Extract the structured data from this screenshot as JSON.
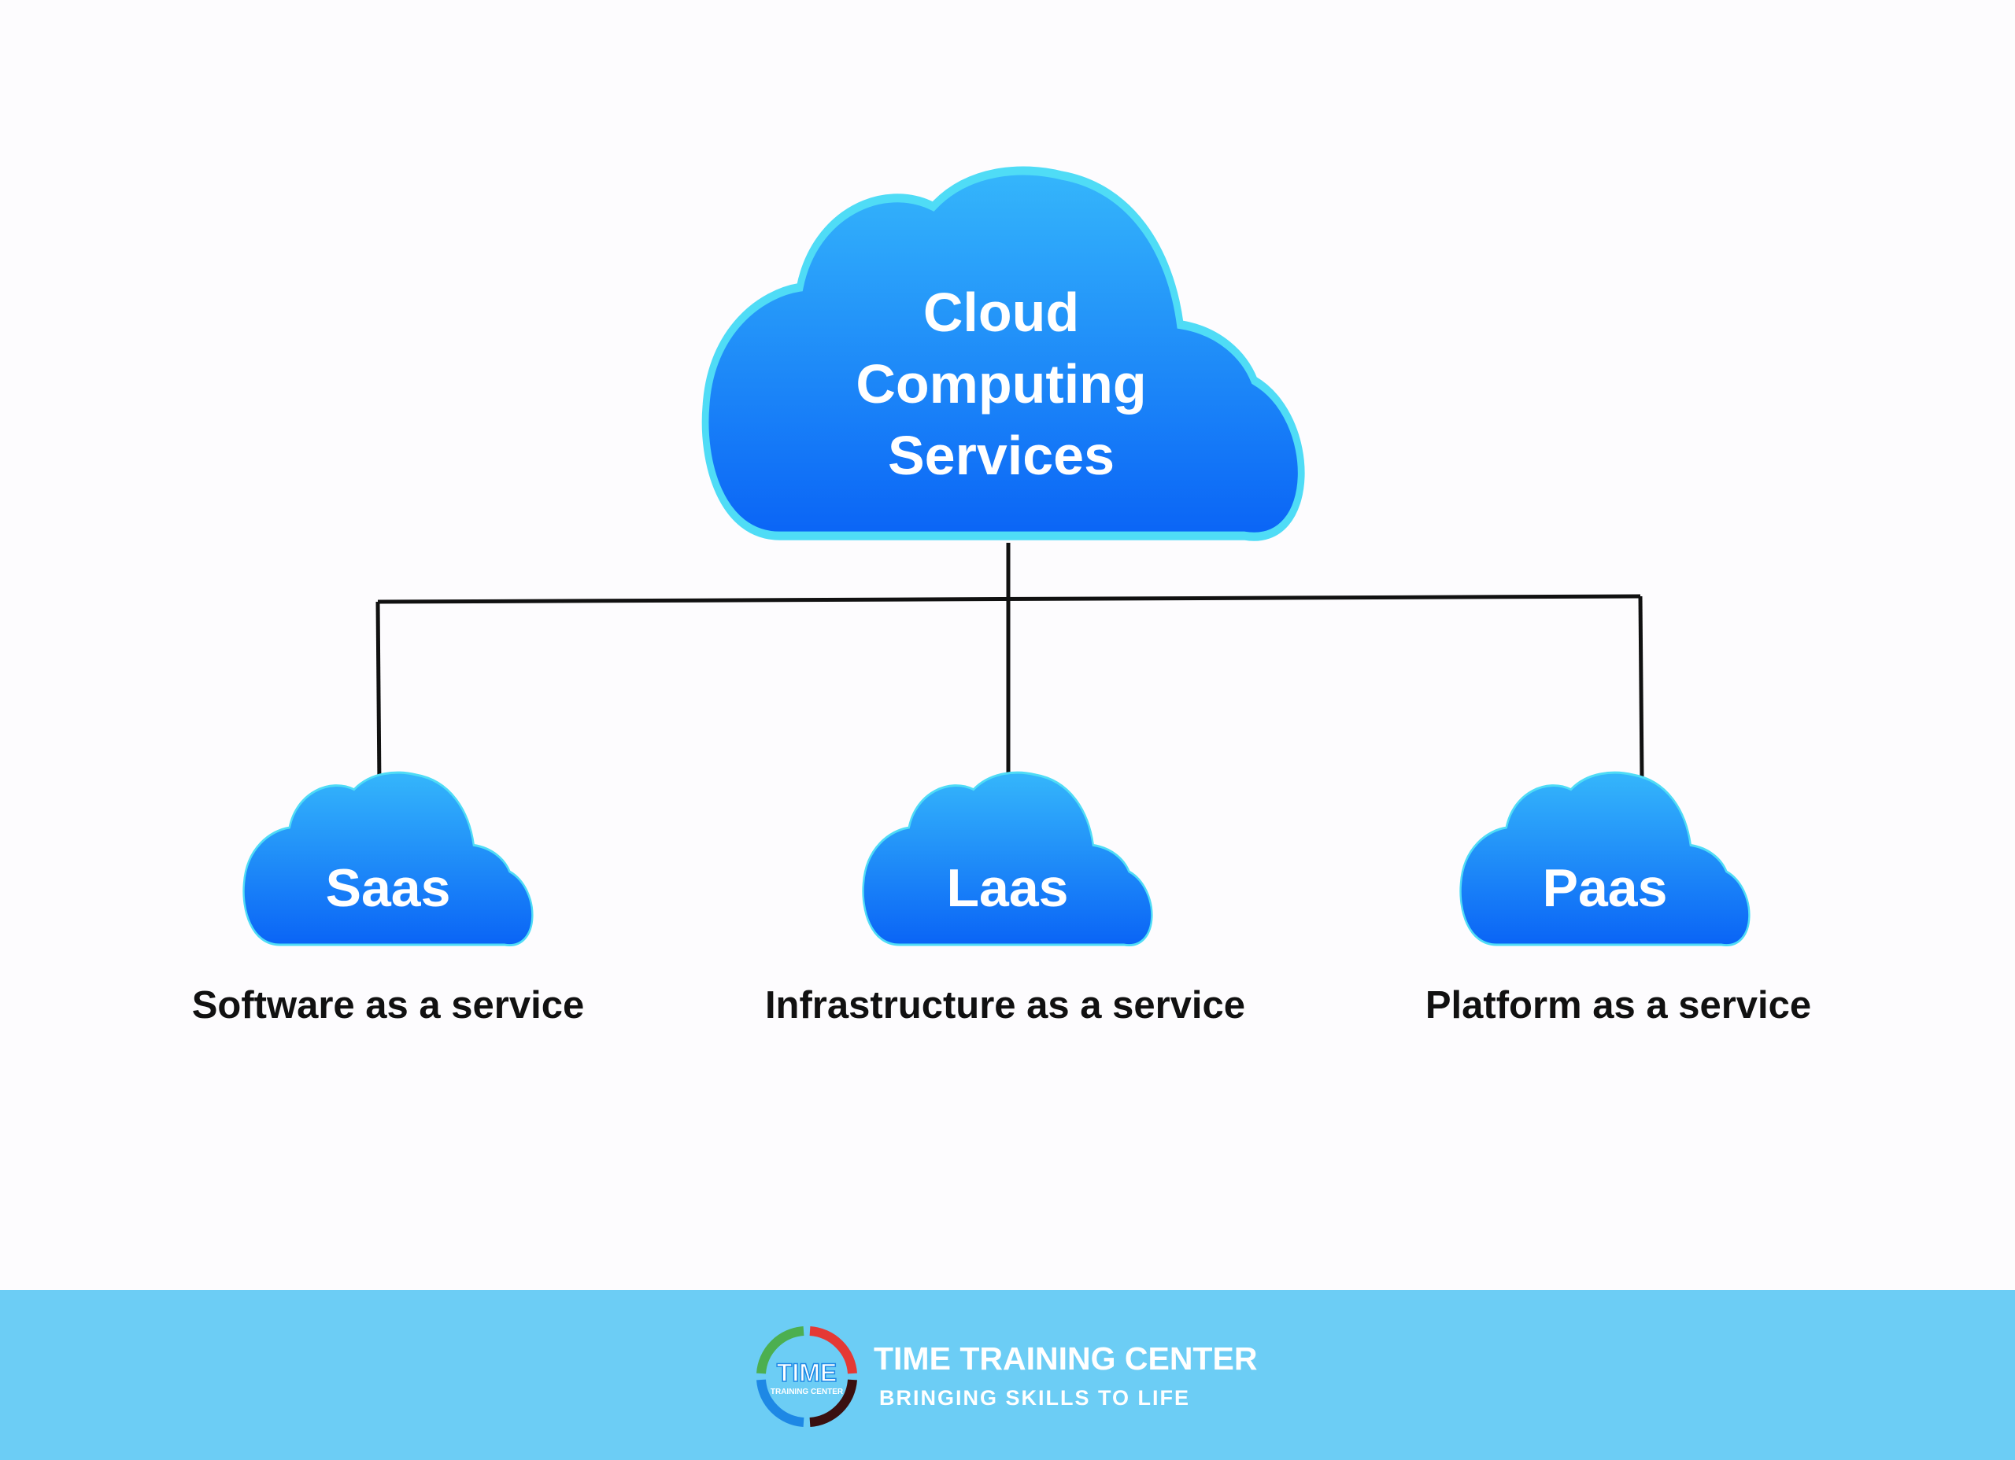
{
  "colors": {
    "background": "#fdfcfe",
    "cloud_top": "#35b6fb",
    "cloud_bottom": "#0a64f6",
    "cloud_rim": "#4fdcf6",
    "connector": "#111111",
    "footer": "#6ccdf5",
    "logo_green": "#4caf50",
    "logo_red": "#e53935",
    "logo_dark": "#3a1010",
    "logo_blue": "#1e88e5"
  },
  "root": {
    "title_lines": [
      "Cloud",
      "Computing",
      "Services"
    ],
    "icon": "cloud-icon"
  },
  "children": [
    {
      "title": "Saas",
      "caption": "Software as a service",
      "icon": "cloud-icon"
    },
    {
      "title": "Laas",
      "caption": "Infrastructure as a service",
      "icon": "cloud-icon"
    },
    {
      "title": "Paas",
      "caption": "Platform as a service",
      "icon": "cloud-icon"
    }
  ],
  "footer": {
    "logo_text": "TIME",
    "logo_subtext": "TRAINING CENTER",
    "brand_name": "TIME TRAINING CENTER",
    "tagline": "BRINGING SKILLS TO LIFE",
    "logo_icon": "time-training-center-logo"
  }
}
